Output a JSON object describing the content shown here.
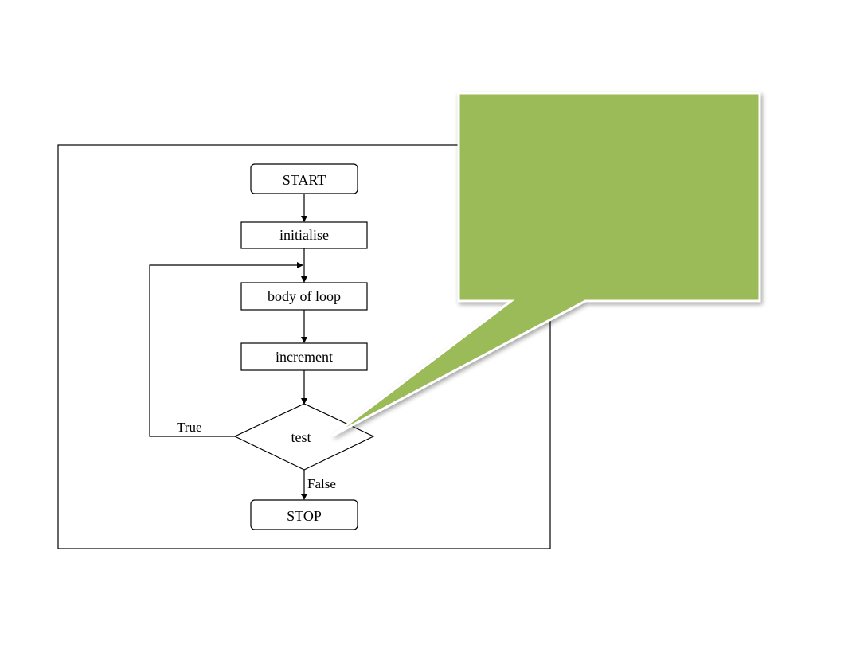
{
  "flowchart": {
    "nodes": {
      "start": "START",
      "initialise": "initialise",
      "body": "body of loop",
      "increment": "increment",
      "test": "test",
      "stop": "STOP"
    },
    "edges": {
      "true_label": "True",
      "false_label": "False"
    }
  },
  "callout": {
    "text": "",
    "fill_color": "#9BBB59"
  },
  "colors": {
    "line": "#000000",
    "box_border": "#000000",
    "background": "#FFFFFF"
  }
}
